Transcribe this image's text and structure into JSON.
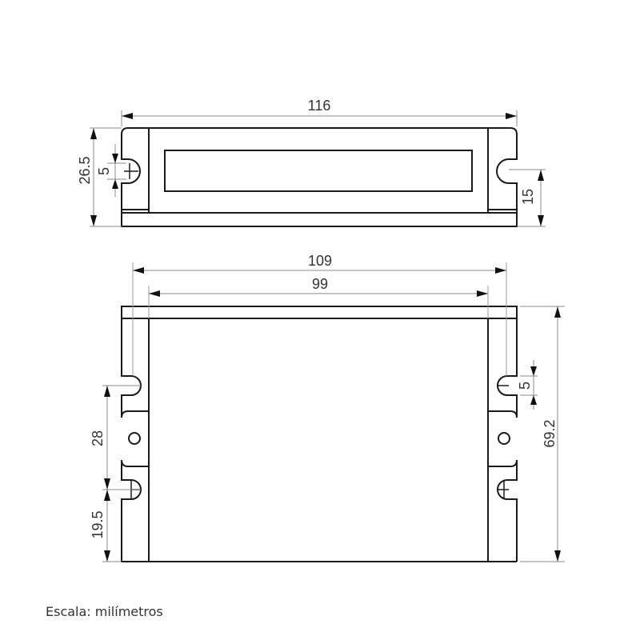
{
  "drawing": {
    "top_view": {
      "dimensions": {
        "overall_length": "116",
        "height": "26.5",
        "slot_width": "5",
        "slot_offset": "15"
      }
    },
    "front_view": {
      "dimensions": {
        "outer_width": "109",
        "inner_width": "99",
        "slot_width": "5",
        "height": "69.2",
        "hole_spacing": "28",
        "bottom_offset": "19.5"
      }
    },
    "colors": {
      "line": "#1a1a1a",
      "dimension_line": "#8a8a8a",
      "text": "#333333",
      "background": "#ffffff"
    }
  },
  "caption": "Escala: milímetros"
}
